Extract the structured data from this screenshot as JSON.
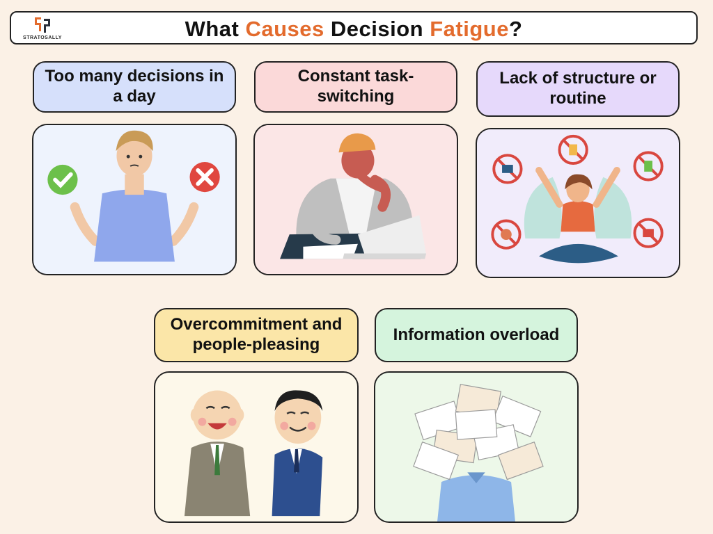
{
  "header": {
    "logo_text": "STRATOSALLY",
    "title_parts": [
      "What ",
      "Causes",
      " Decision ",
      "Fatigue",
      "?"
    ]
  },
  "causes": [
    {
      "label": "Too many decisions in a day",
      "color": "#d6e0fb",
      "panel_color": "#eef3fd",
      "illustration": "person-choosing-check-or-cross-icon"
    },
    {
      "label": "Constant task-switching",
      "color": "#fbd9d9",
      "panel_color": "#fbe6e6",
      "illustration": "person-thinking-at-laptop-icon"
    },
    {
      "label": "Lack of structure or routine",
      "color": "#e6d9fb",
      "panel_color": "#f1ecfb",
      "illustration": "meditating-woman-with-prohibited-items-icon"
    },
    {
      "label": "Overcommitment and people-pleasing",
      "color": "#fbe6a8",
      "panel_color": "#fdf8ea",
      "illustration": "bowing-businessmen-icon"
    },
    {
      "label": "Information overload",
      "color": "#d5f4dd",
      "panel_color": "#edf8e9",
      "illustration": "person-buried-in-papers-icon"
    }
  ],
  "colors": {
    "accent": "#e36b2d",
    "background": "#fbf1e6"
  }
}
